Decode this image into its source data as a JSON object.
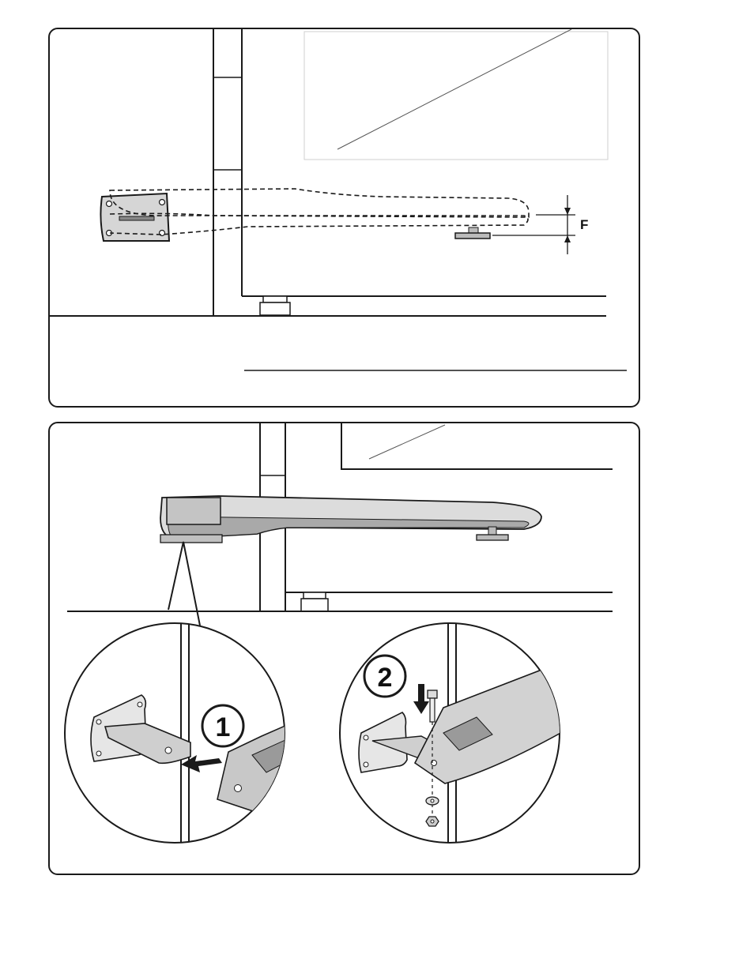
{
  "figure_top": {
    "dimension_label": "F"
  },
  "figure_bottom": {
    "step_1_label": "1",
    "step_2_label": "2"
  },
  "colors": {
    "line": "#1a1a1a",
    "operator_body": "#d9d9d9",
    "operator_shade": "#9a9a9a",
    "background": "#ffffff"
  }
}
